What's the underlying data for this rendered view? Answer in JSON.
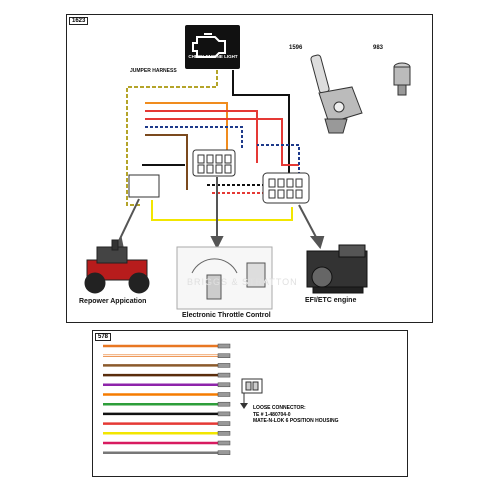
{
  "top_panel": {
    "id": "1623",
    "check_engine_label": "CHECK ENGINE LIGHT",
    "jumper_harness_label": "JUMPER HARNESS",
    "part_1596": "1596",
    "part_983": "983",
    "repower_label": "Repower Appication",
    "electronic_throttle_label": "Electronic Throttle Control",
    "efi_label": "EFI/ETC engine",
    "watermark": "BRIGGS & STRATTON"
  },
  "bottom_panel": {
    "id": "578",
    "loose_connector_lines": [
      "LOOSE CONNECTOR:",
      "TE # 1-480704-0",
      "MATE-N-LOK 6 POSITION HOUSING"
    ],
    "wires": [
      {
        "color": "#e87722",
        "stripe": null
      },
      {
        "color": "#ffffff",
        "stripe": "#e87722"
      },
      {
        "color": "#8b5a2b",
        "stripe": null
      },
      {
        "color": "#5a2d0c",
        "stripe": null
      },
      {
        "color": "#8e24aa",
        "stripe": null
      },
      {
        "color": "#f57c00",
        "stripe": null
      },
      {
        "color": "#2e9e3a",
        "stripe": null
      },
      {
        "color": "#111111",
        "stripe": null
      },
      {
        "color": "#e53935",
        "stripe": null
      },
      {
        "color": "#f2e600",
        "stripe": null
      },
      {
        "color": "#d81b60",
        "stripe": null
      },
      {
        "color": "#777777",
        "stripe": null
      }
    ]
  }
}
